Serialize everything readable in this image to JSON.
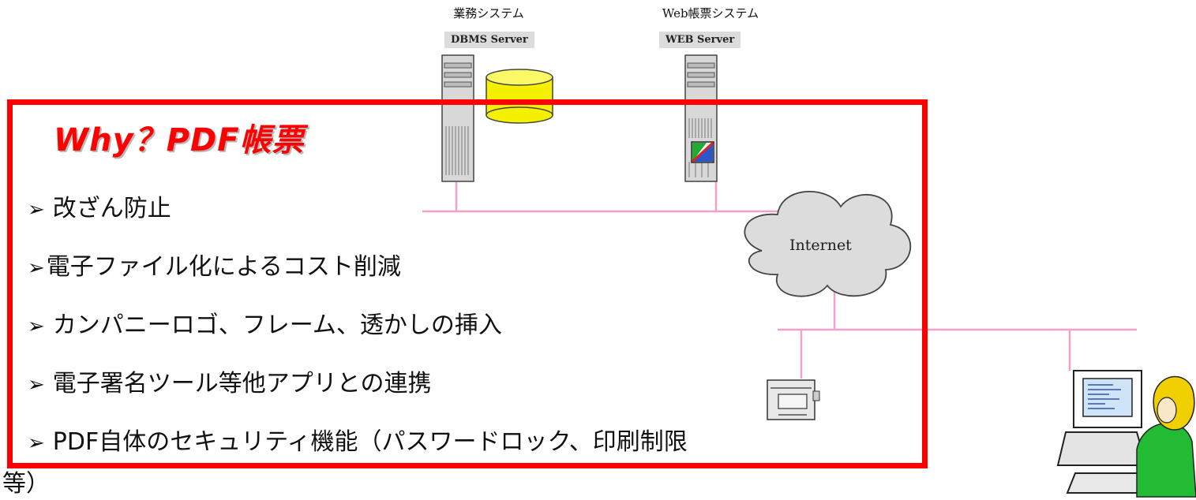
{
  "servers": [
    {
      "title": "業務システム",
      "label": "DBMS Server"
    },
    {
      "title": "Web帳票システム",
      "label": "WEB Server"
    }
  ],
  "cloud": {
    "label": "Internet"
  },
  "panel": {
    "title": "Why？PDF帳票",
    "bullet_glyph": "➢",
    "items": [
      "改ざん防止",
      "電子ファイル化によるコスト削減",
      "カンパニーロゴ、フレーム、透かしの挿入",
      "電子署名ツール等他アプリとの連携",
      "PDF自体のセキュリティ機能（パスワードロック、印刷制限"
    ],
    "overflow_text": "等）"
  },
  "colors": {
    "frame": "#ff0000",
    "network_line": "#f5a0c8",
    "database": "#f5f000",
    "user_shirt": "#22bb33",
    "user_hair": "#f0d000"
  },
  "icons": [
    "server-tower-icon",
    "database-cylinder-icon",
    "web-app-icon",
    "cloud-icon",
    "printer-icon",
    "user-computer-icon"
  ]
}
